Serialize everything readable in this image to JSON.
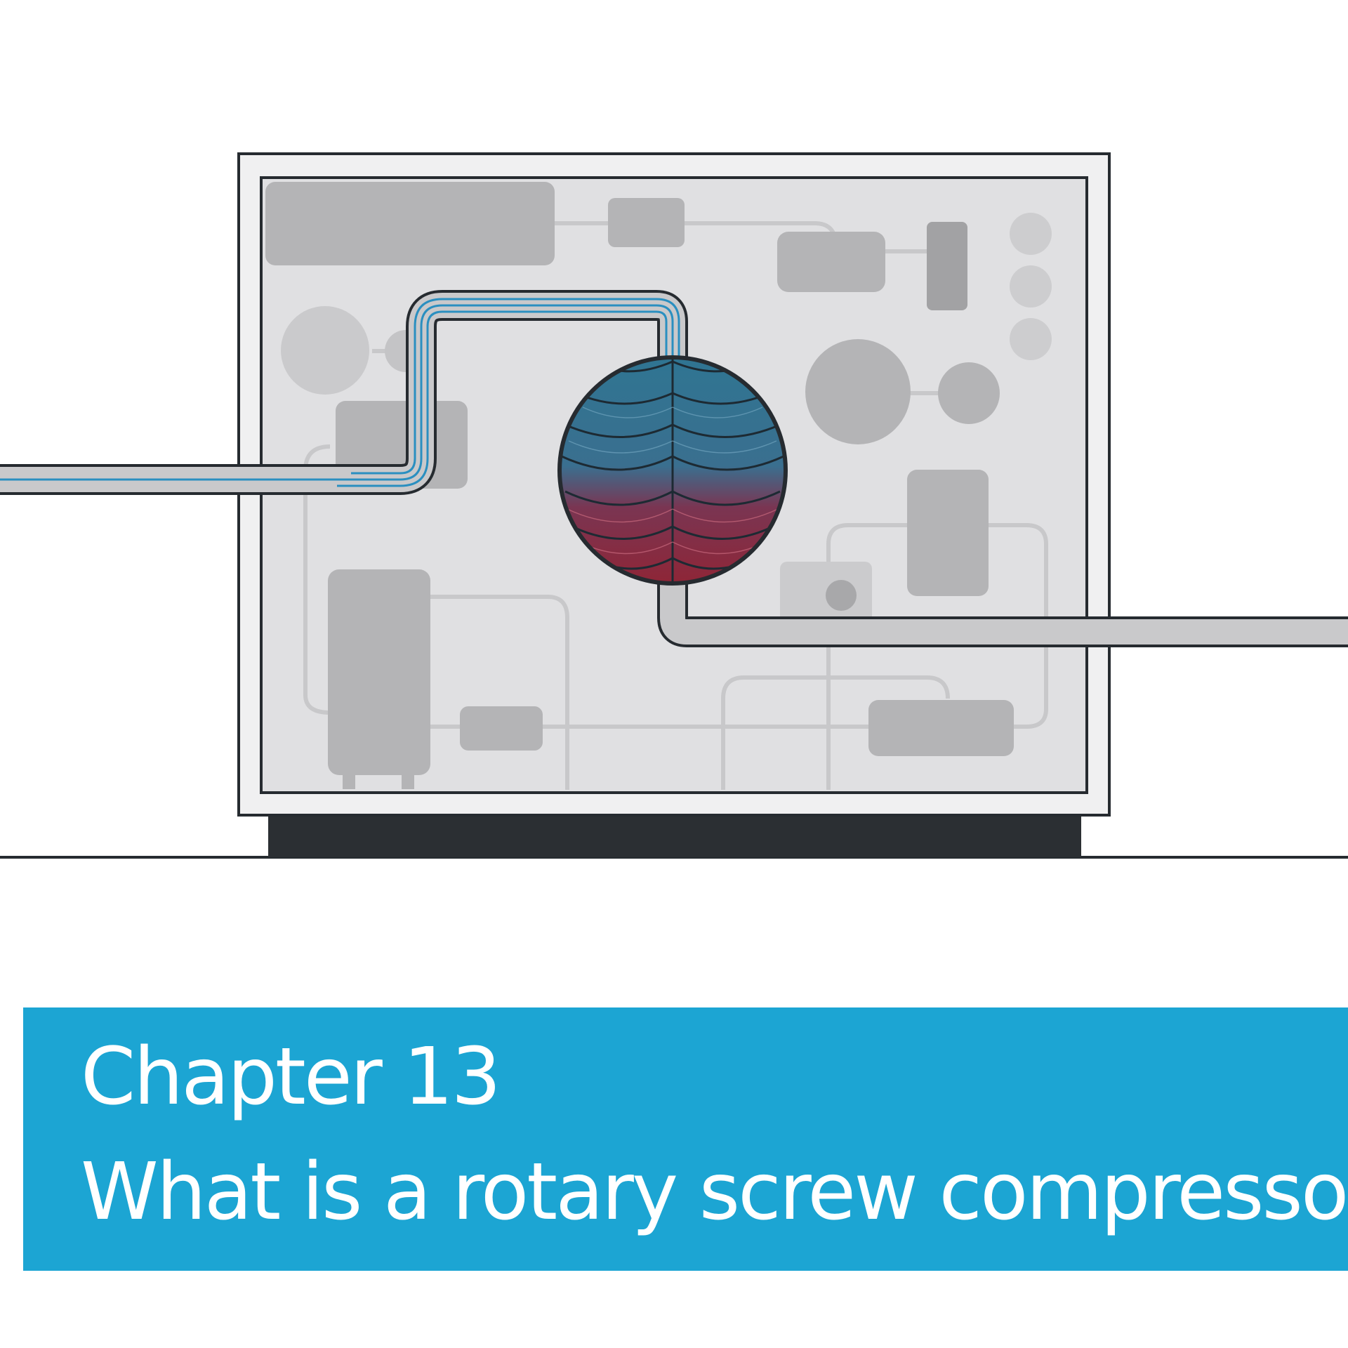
{
  "banner": {
    "chapter": "Chapter 13",
    "title": "What is a rotary screw compressor?",
    "background_color": "#1ca5d3",
    "text_color": "#ffffff"
  },
  "illustration": {
    "subject": "rotary screw compressor unit",
    "colors": {
      "housing_fill": "#e0e0e2",
      "outline": "#262b30",
      "component": "#b4b4b6",
      "inlet_air": "#2a8fc0",
      "rotor_cool": "#2f6f8a",
      "rotor_hot": "#8d2a3e",
      "base": "#2b2f33"
    }
  }
}
